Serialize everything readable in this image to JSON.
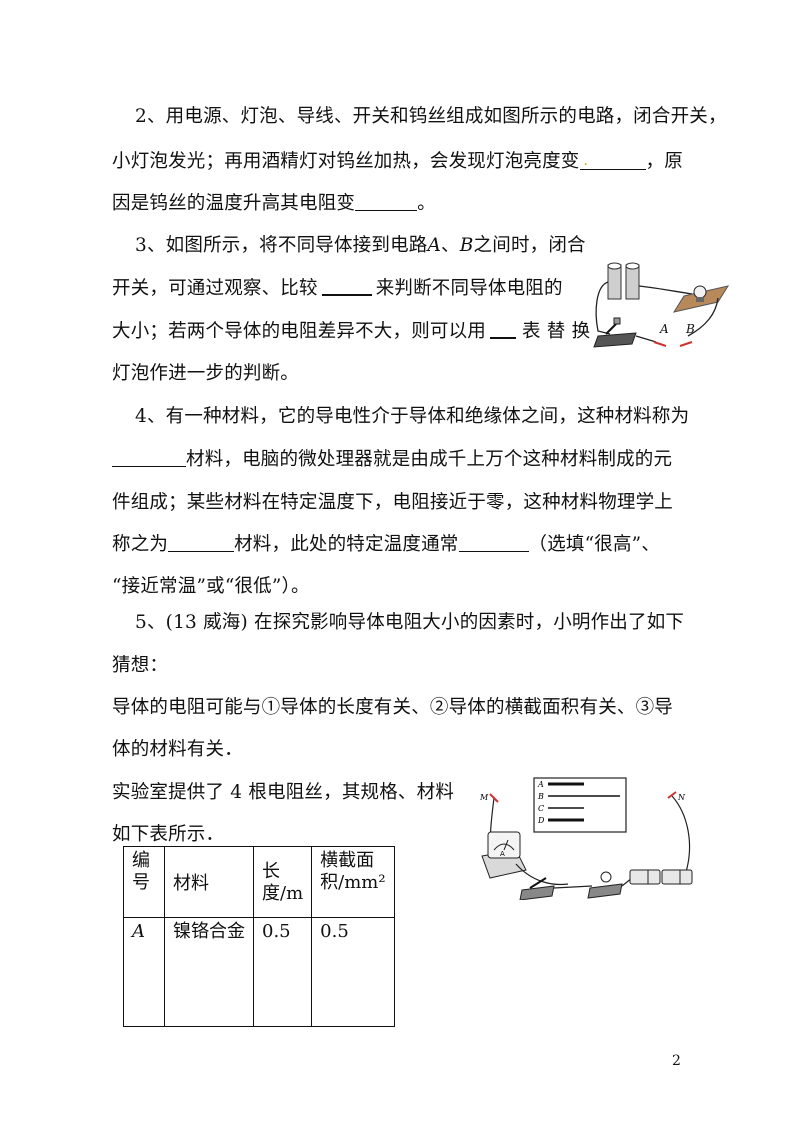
{
  "q2": {
    "line1": "2、用电源、灯泡、导线、开关和钨丝组成如图所示的电路，闭合开关，",
    "line2_a": "小灯泡发光；再用酒精灯对钨丝加热，会发现灯泡亮度变",
    "line2_b": "，原",
    "line3_a": "因是钨丝的温度升高其电阻变",
    "line3_b": "。"
  },
  "q3": {
    "line1_a": "3、如图所示，将不同导体接到电路",
    "label_a": "A",
    "sep": "、",
    "label_b": "B",
    "line1_b": "之间时，闭合",
    "line2_a": "开关，可通过观察、比较",
    "line2_b": "来判断不同导体电阻的",
    "line3_a": "大小；若两个导体的电阻差异不大，则可以用",
    "line3_b": "表 替 换",
    "line4": "灯泡作进一步的判断。",
    "figure": {
      "label_a": "A",
      "label_b": "B"
    }
  },
  "q4": {
    "line1": "4、有一种材料，它的导电性介于导体和绝缘体之间，这种材料称为",
    "line2": "材料，电脑的微处理器就是由成千上万个这种材料制成的元",
    "line3": "件组成；某些材料在特定温度下，电阻接近于零，这种材料物理学上",
    "line4_a": "称之为",
    "line4_b": "材料，此处的特定温度通常",
    "line4_c": "（选填“很高”、",
    "line5": "“接近常温”或“很低”）。"
  },
  "q5": {
    "line1": "5、(13 威海) 在探究影响导体电阻大小的因素时，小明作出了如下",
    "line2": "猜想：",
    "line3": "导体的电阻可能与①导体的长度有关、②导体的横截面积有关、③导",
    "line4": "体的材料有关．",
    "line5": "实验室提供了 4 根电阻丝，其规格、材料",
    "line6": "如下表所示．",
    "figure": {
      "wires": [
        "A",
        "B",
        "C",
        "D"
      ],
      "label_m": "M",
      "label_n": "N"
    },
    "table": {
      "headers": [
        "编号",
        "材料",
        "长度/m",
        "横截面积/mm²"
      ],
      "rows": [
        {
          "id": "A",
          "material": "镍铬合金",
          "length": "0.5",
          "area": "0.5"
        }
      ]
    }
  },
  "page_number": "2",
  "colors": {
    "blank_mark": "#d9a400",
    "clip_red": "#cc3333"
  }
}
